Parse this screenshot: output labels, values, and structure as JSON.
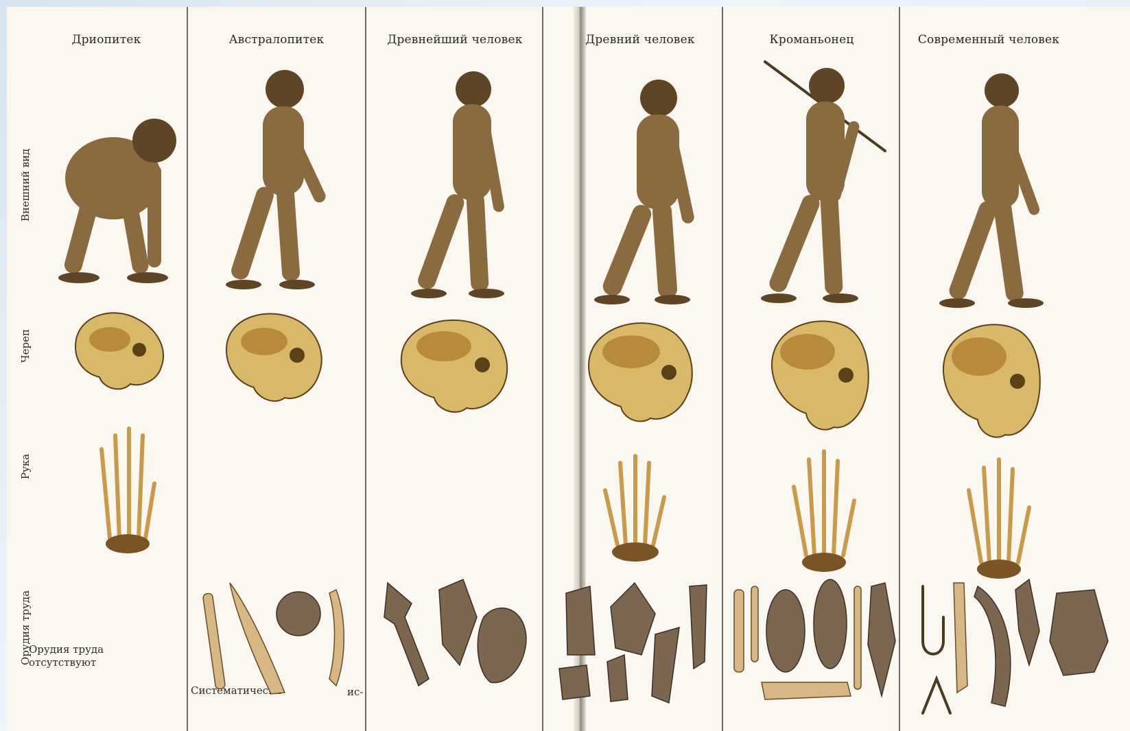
{
  "columns": [
    {
      "title": "Дриопитек"
    },
    {
      "title": "Австралопитек"
    },
    {
      "title": "Древнейший человек"
    },
    {
      "title": "Древний человек"
    },
    {
      "title": "Кроманьонец"
    },
    {
      "title": "Современный человек"
    }
  ],
  "rows": {
    "appearance": "Внешний вид",
    "skull": "Череп",
    "hand": "Рука",
    "tools": "Орудия труда"
  },
  "notes": {
    "no_tools": "Орудия труда отсутствуют",
    "systematic": "Систематически",
    "systematic_suffix": "ис-"
  }
}
